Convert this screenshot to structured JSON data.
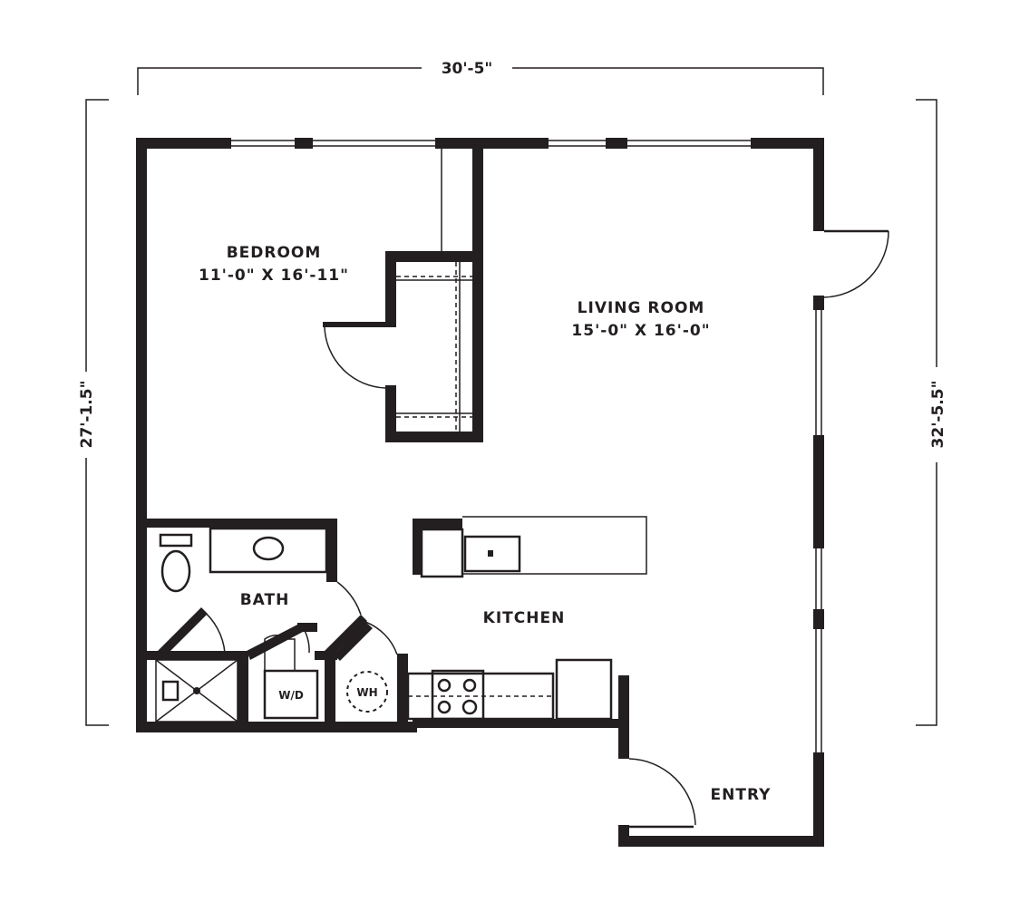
{
  "dimensions": {
    "width": "30'-5\"",
    "left_height": "27'-1.5\"",
    "right_height": "32'-5.5\""
  },
  "rooms": {
    "bedroom": {
      "name": "BEDROOM",
      "size": "11'-0\" X 16'-11\""
    },
    "living_room": {
      "name": "LIVING ROOM",
      "size": "15'-0\" X 16'-0\""
    },
    "bath": {
      "name": "BATH"
    },
    "kitchen": {
      "name": "KITCHEN"
    },
    "entry": {
      "name": "ENTRY"
    }
  },
  "fixtures": {
    "washer_dryer": "W/D",
    "water_heater": "WH"
  },
  "colors": {
    "ink": "#231f20",
    "background": "#ffffff"
  }
}
